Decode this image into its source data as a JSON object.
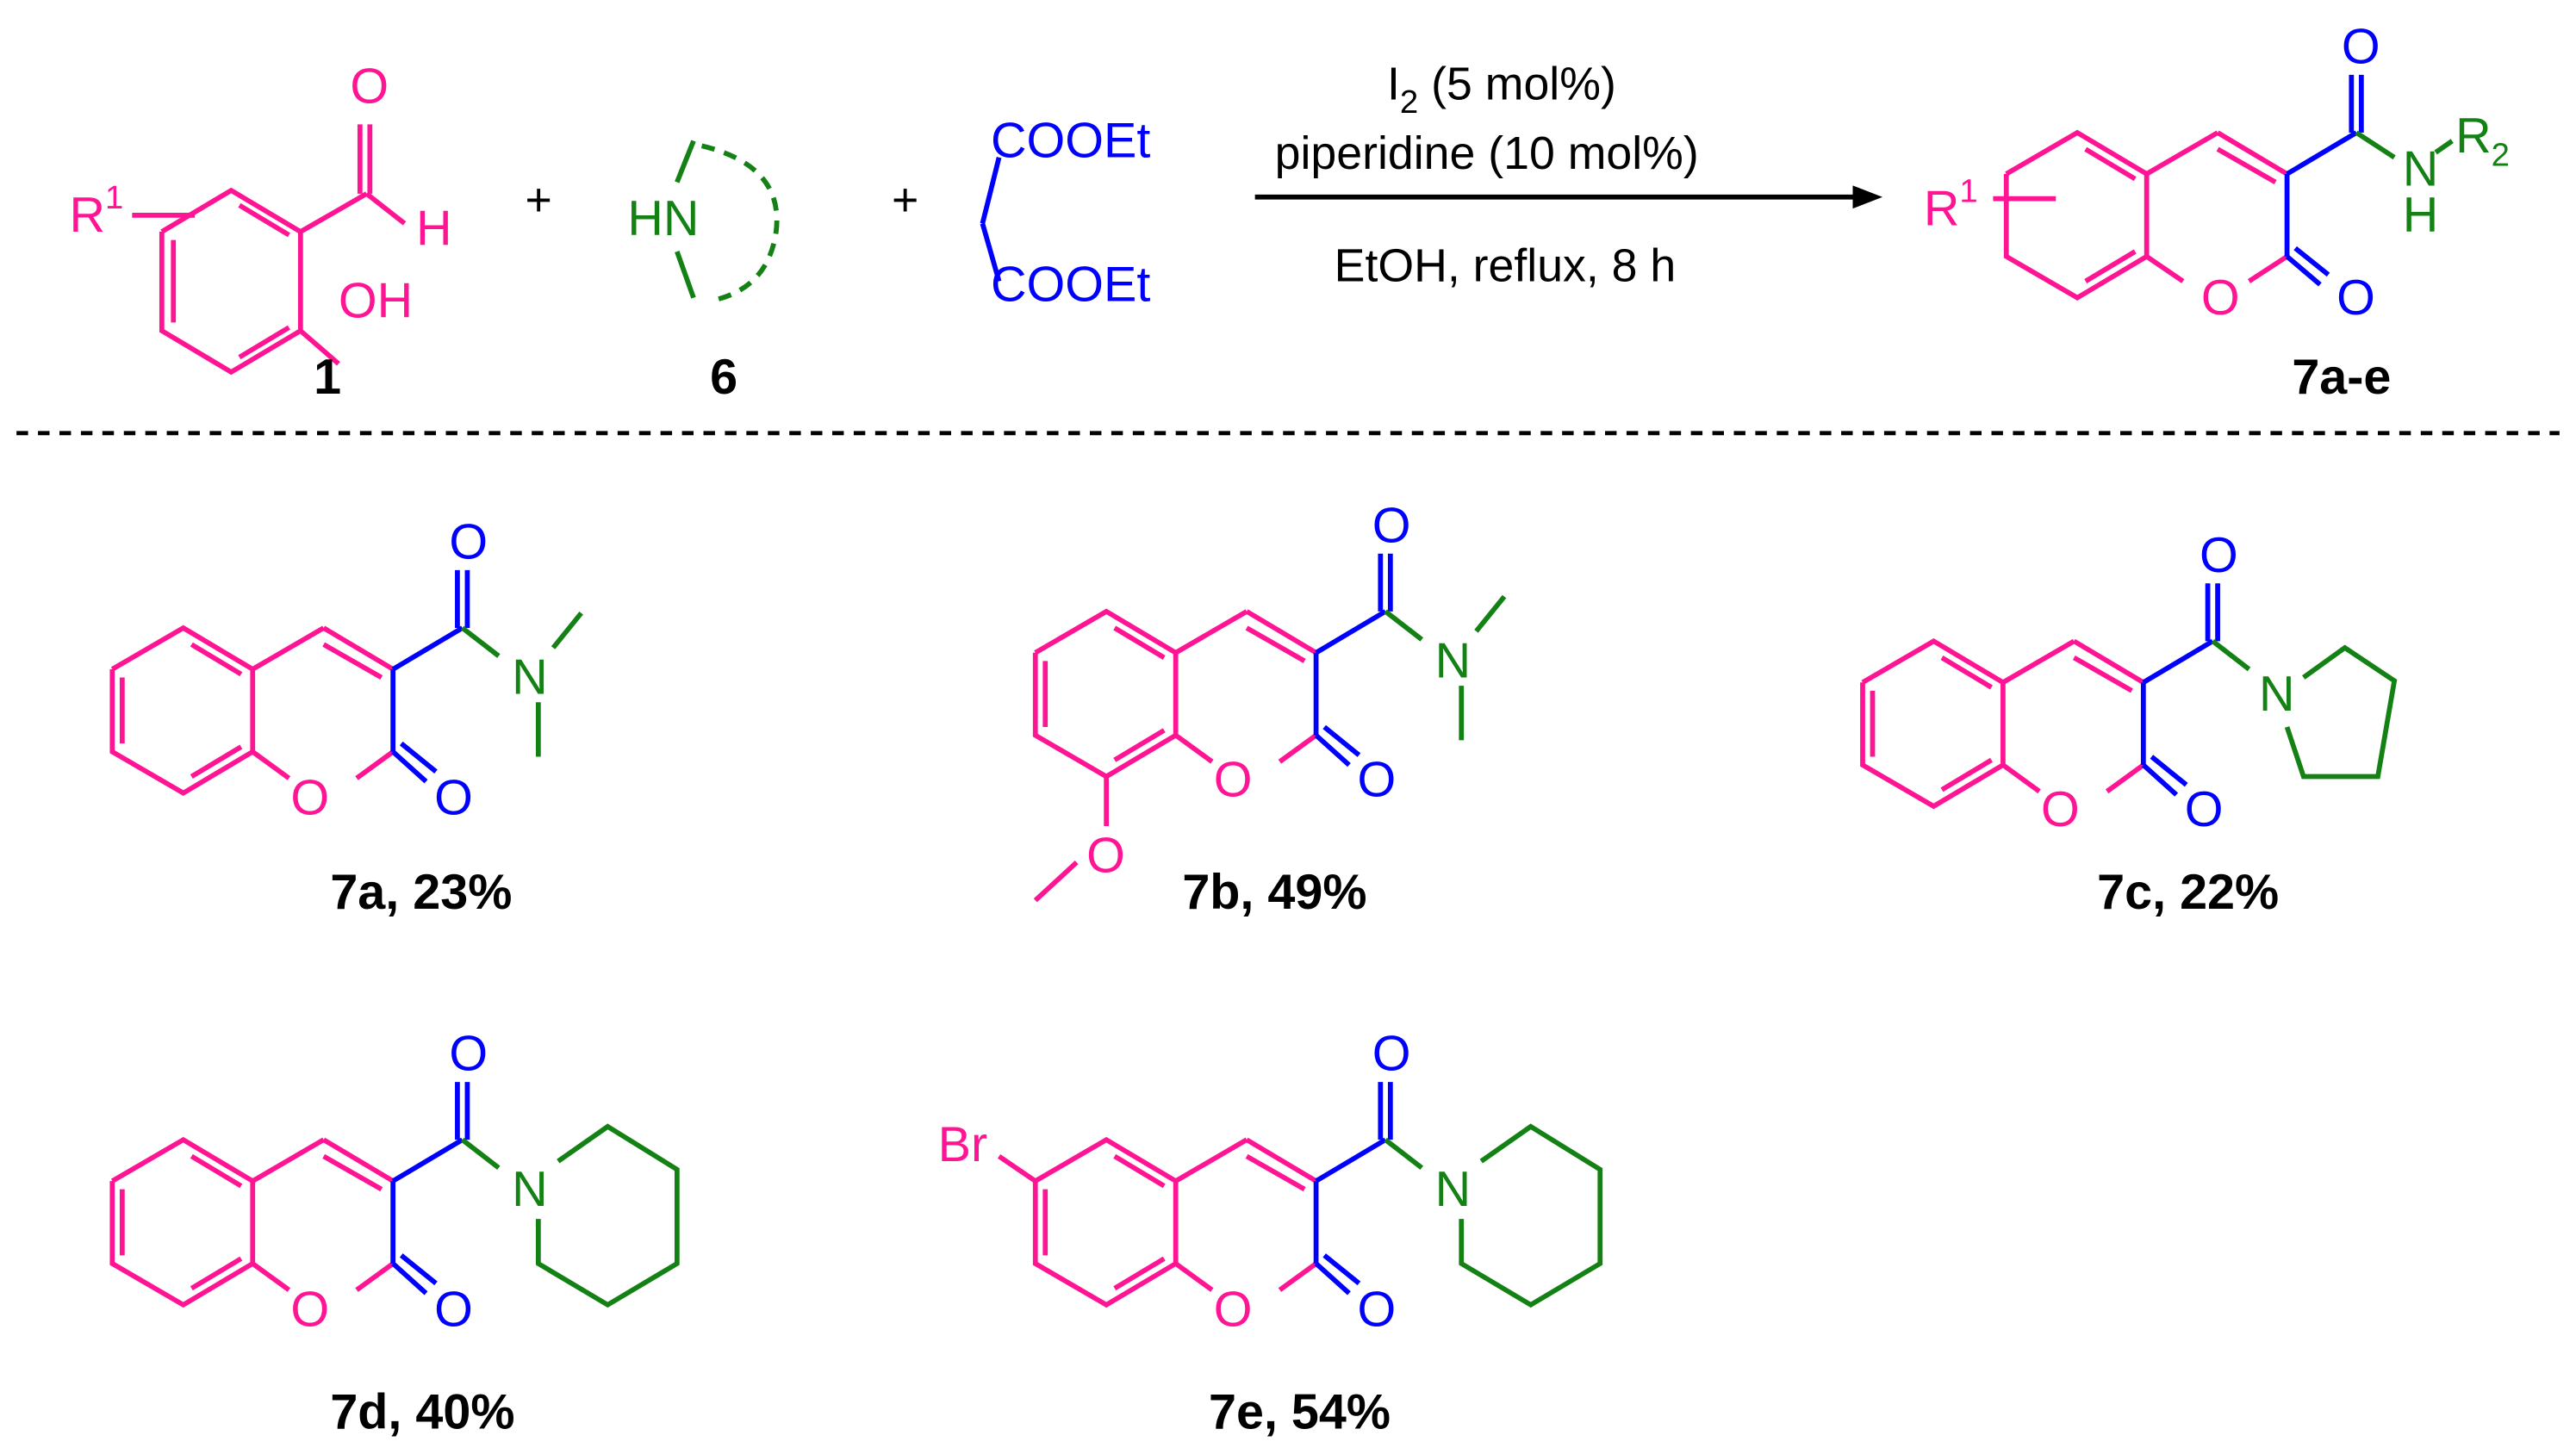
{
  "colors": {
    "aryl": "#ff1493",
    "carbonyl": "#0000ff",
    "amine": "#138113",
    "text": "#000000"
  },
  "reaction": {
    "reactant1": {
      "label": "1",
      "substituent": "R",
      "substituent_sup": "1",
      "aldehyde_O": "O",
      "aldehyde_H": "H",
      "hydroxyl": "OH"
    },
    "plus": "+",
    "reactant2": {
      "label": "6",
      "amine": "HN"
    },
    "reactant3": {
      "ester_top": "COOEt",
      "ester_bottom": "COOEt"
    },
    "conditions": {
      "line1_main": "I",
      "line1_sub": "2",
      "line1_rest": " (5 mol%)",
      "line2": "piperidine (10 mol%)",
      "line3": "EtOH, reflux, 8 h"
    },
    "product": {
      "label": "7a-e",
      "substituent": "R",
      "substituent_sup": "1",
      "ring_O": "O",
      "lactone_O": "O",
      "amide_O": "O",
      "amide_N": "N",
      "amide_H": "H",
      "R2": "R",
      "R2_sub": "2"
    }
  },
  "products": [
    {
      "id": "7a",
      "caption": "7a, 23%",
      "amine": "N",
      "atoms": {
        "O1": "O",
        "O2": "O",
        "O3": "O"
      }
    },
    {
      "id": "7b",
      "caption": "7b, 49%",
      "amine": "N",
      "atoms": {
        "O1": "O",
        "O2": "O",
        "O3": "O",
        "OMe": "O"
      }
    },
    {
      "id": "7c",
      "caption": "7c, 22%",
      "amine": "N",
      "atoms": {
        "O1": "O",
        "O2": "O",
        "O3": "O"
      }
    },
    {
      "id": "7d",
      "caption": "7d, 40%",
      "amine": "N",
      "atoms": {
        "O1": "O",
        "O2": "O",
        "O3": "O"
      }
    },
    {
      "id": "7e",
      "caption": "7e, 54%",
      "amine": "N",
      "halogen": "Br",
      "atoms": {
        "O1": "O",
        "O2": "O",
        "O3": "O"
      }
    }
  ]
}
